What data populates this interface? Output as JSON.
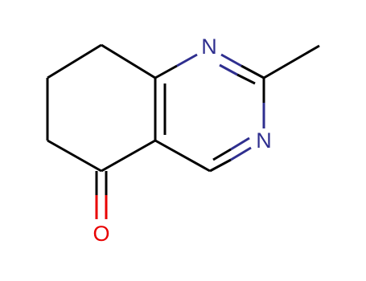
{
  "atoms": {
    "n1": {
      "symbol": "N",
      "element": "nitrogen"
    },
    "n3": {
      "symbol": "N",
      "element": "nitrogen"
    },
    "o": {
      "symbol": "O",
      "element": "oxygen"
    }
  },
  "colors": {
    "carbon_bond": "#000000",
    "nitrogen": "#2f2f8f",
    "oxygen": "#e80000",
    "background": "#ffffff"
  }
}
